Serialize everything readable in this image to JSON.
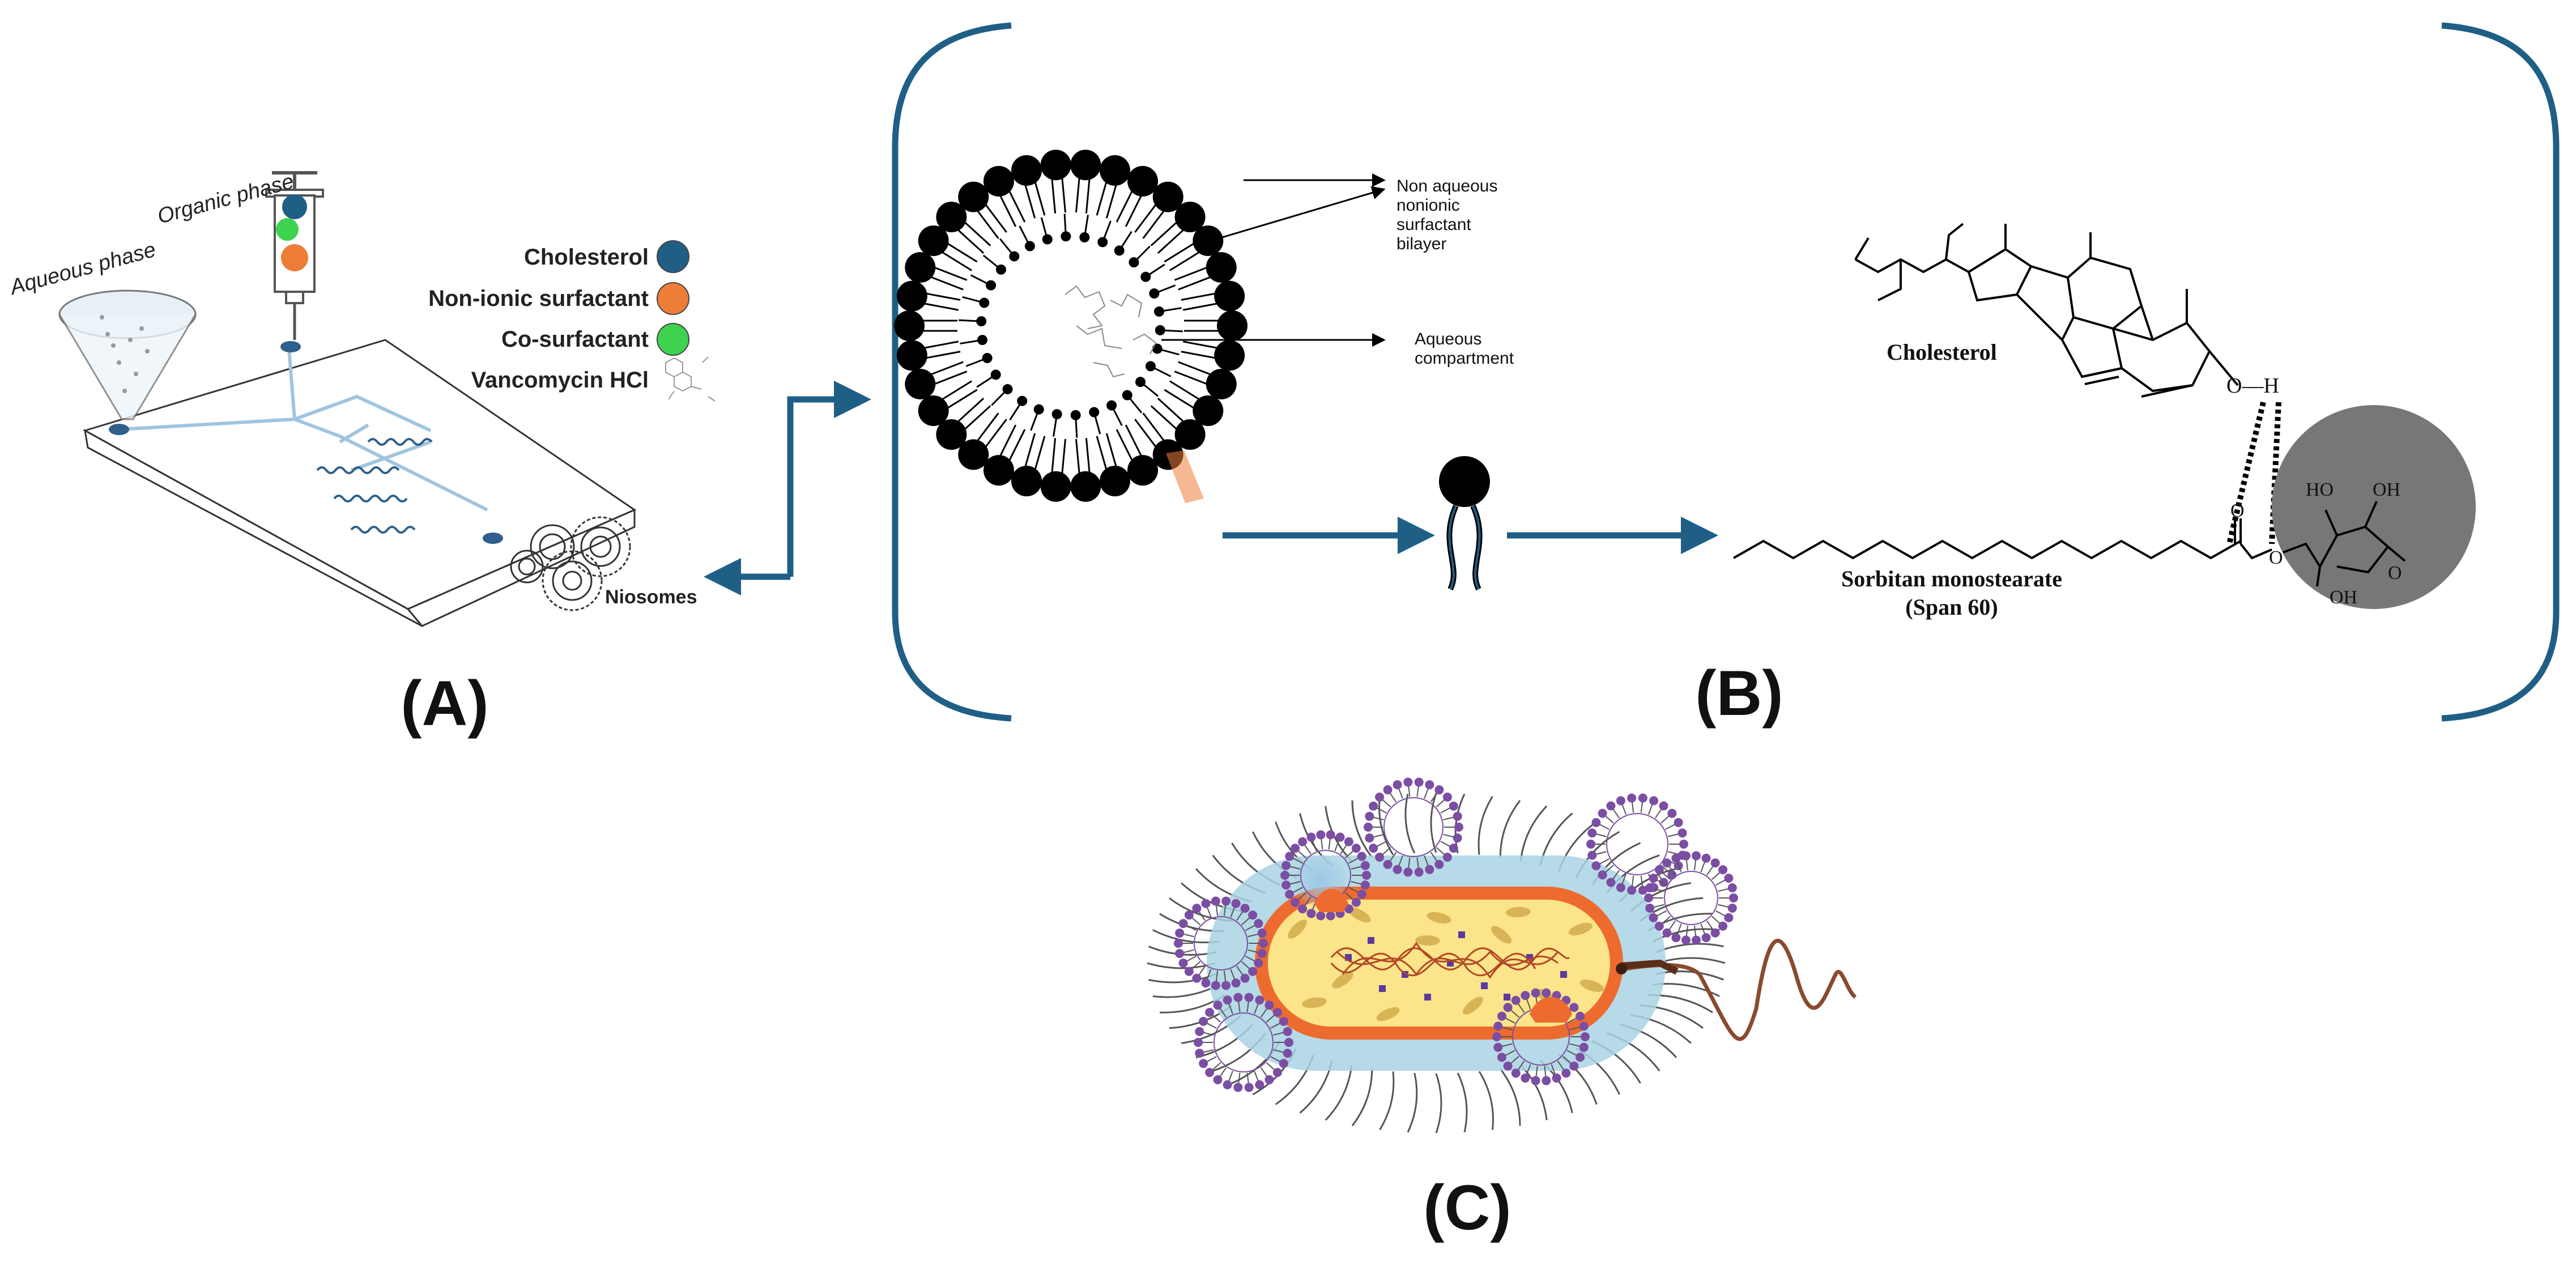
{
  "panel_a": {
    "label": "(A)",
    "aqueous_phase_label": "Aqueous phase",
    "organic_phase_label": "Organic phase",
    "legend": [
      {
        "label": "Cholesterol",
        "color": "#1f5f86"
      },
      {
        "label": "Non-ionic surfactant",
        "color": "#ee7d3a"
      },
      {
        "label": "Co-surfactant",
        "color": "#3ed24e"
      },
      {
        "label": "Vancomycin HCl",
        "color": ""
      }
    ],
    "niosomes_label": "Niosomes"
  },
  "panel_b": {
    "label": "(B)",
    "bilayer_label_lines": [
      "Non aqueous",
      "nonionic",
      "surfactant",
      "bilayer"
    ],
    "aqueous_label_lines": [
      "Aqueous",
      "compartment"
    ],
    "cholesterol_label": "Cholesterol",
    "span_label_lines": [
      "Sorbitan monostearate",
      "(Span 60)"
    ],
    "atom_labels": {
      "oh_group": "O—H",
      "ho1": "HO",
      "oh1": "OH",
      "oh2": "OH",
      "o_carbonyl": "O",
      "o_ester": "O",
      "o_ring": "O"
    }
  },
  "panel_c": {
    "label": "(C)"
  },
  "colors": {
    "arrow": "#1f5f86",
    "bracket": "#1f5f86",
    "bacterium_outer": "#a9d3e3",
    "bacterium_membrane": "#ee6b2f",
    "bacterium_cytoplasm": "#fbe48a",
    "niosome_purple": "#7b4ea3"
  }
}
